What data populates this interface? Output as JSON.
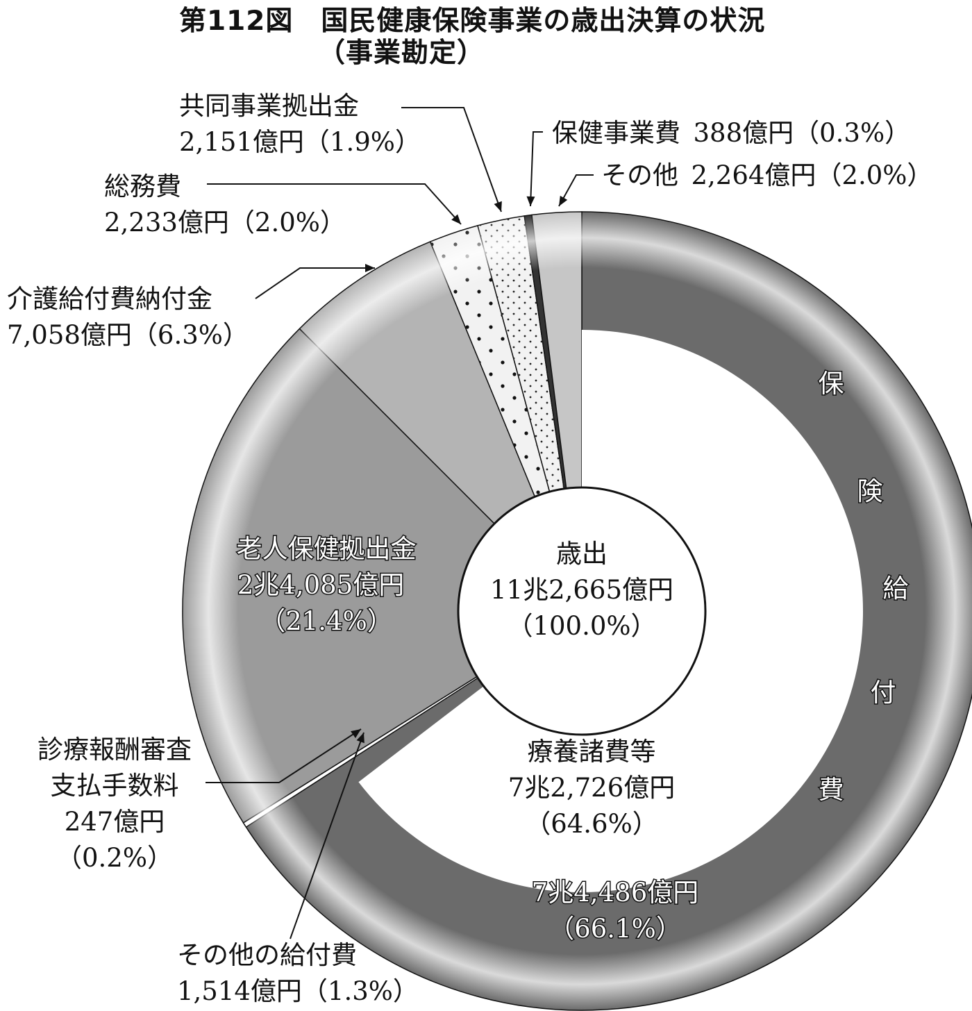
{
  "chart_data": {
    "type": "pie",
    "title": "第112図　国民健康保険事業の歳出決算の状況",
    "subtitle": "（事業勘定）",
    "center": {
      "label": "歳出",
      "amount": "11兆2,665億円",
      "percent": "（100.0%）"
    },
    "slices": [
      {
        "key": "hoken",
        "label": "保険給付費",
        "amount": "7兆4,486億円",
        "percent": "（66.1%）",
        "value": 66.1,
        "color": "#6b6b6b",
        "sub": [
          {
            "key": "ryoyo",
            "label": "療養諸費等",
            "amount": "7兆2,726億円",
            "percent": "（64.6%）",
            "value": 64.6,
            "color": "#ffffff"
          },
          {
            "key": "sonota_kyufu",
            "label": "その他の給付費",
            "amount": "1,514億円",
            "percent": "（1.3%）",
            "value": 1.3,
            "color": "#6b6b6b"
          },
          {
            "key": "shinryo",
            "label1": "診療報酬審査",
            "label2": "支払手数料",
            "amount": "247億円",
            "percent": "（0.2%）",
            "value": 0.2,
            "color": "#ffffff"
          }
        ]
      },
      {
        "key": "rojin",
        "label": "老人保健拠出金",
        "amount": "2兆4,085億円",
        "percent": "（21.4%）",
        "value": 21.4,
        "color": "#9b9b9b"
      },
      {
        "key": "kaigo",
        "label": "介護給付費納付金",
        "amount": "7,058億円",
        "percent": "（6.3%）",
        "value": 6.3,
        "color": "#b4b4b4"
      },
      {
        "key": "somu",
        "label": "総務費",
        "amount": "2,233億円",
        "percent": "（2.0%）",
        "value": 2.0,
        "color": "#f2f2f2"
      },
      {
        "key": "kyodo",
        "label": "共同事業拠出金",
        "amount": "2,151億円",
        "percent": "（1.9%）",
        "value": 1.9,
        "color": "#f2f2f2"
      },
      {
        "key": "hokenjigyo",
        "label": "保健事業費",
        "amount": "388億円",
        "percent": "（0.3%）",
        "value": 0.3,
        "color": "#333333"
      },
      {
        "key": "sonota",
        "label": "その他",
        "amount": "2,264億円",
        "percent": "（2.0%）",
        "value": 2.0,
        "color": "#c6c6c6"
      }
    ]
  }
}
